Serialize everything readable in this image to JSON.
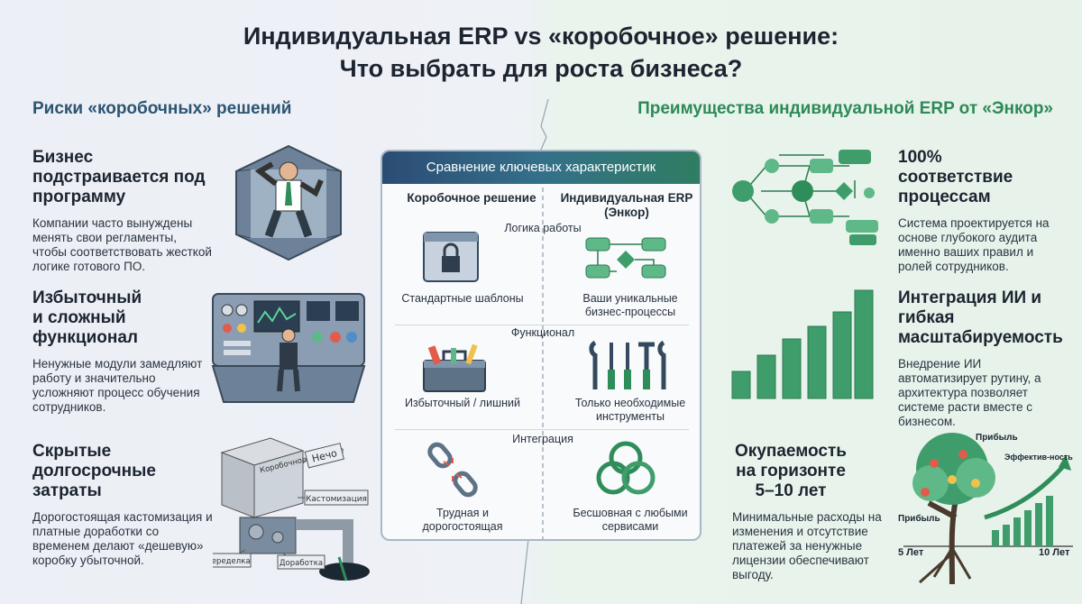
{
  "title_line1": "Индивидуальная ERP vs «коробочное» решение:",
  "title_line2": "Что выбрать для роста бизнеса?",
  "left_heading": "Риски «коробочных» решений",
  "right_heading": "Преимущества индивидуальной ERP от «Энкор»",
  "left_blocks": [
    {
      "title": "Бизнес подстраивается под программу",
      "text": "Компании часто вынуждены менять свои регламенты, чтобы соответствовать жесткой логике готового ПО."
    },
    {
      "title": "Избыточный и сложный функционал",
      "text": "Ненужные модули замедляют работу и значительно усложняют процесс обучения сотрудников."
    },
    {
      "title": "Скрытые долгосрочные затраты",
      "text": "Дорогостоящая кастомизация и платные доработки со временем делают «дешевую» коробку убыточной."
    }
  ],
  "right_blocks": [
    {
      "title": "100% соответствие процессам",
      "text": "Система проектируется на основе глубокого аудита именно ваших правил и ролей сотрудников."
    },
    {
      "title": "Интеграция ИИ и гибкая масштабируемость",
      "text": "Внедрение ИИ автоматизирует рутину, а архитектура позволяет системе расти вместе с бизнесом."
    },
    {
      "title": "Окупаемость на горизонте 5–10 лет",
      "text": "Минимальные расходы на изменения и отсутствие платежей за ненужные лицензии обеспечивают выгоду."
    }
  ],
  "box_tags": [
    "Нечо",
    "Кастомизация",
    "Переделка",
    "Доработка"
  ],
  "box_label": "Коробочное решение",
  "tree_labels": {
    "profit_top": "Прибыль",
    "efficiency": "Эффектив-ность",
    "profit_left": "Прибыль",
    "year5": "5 Лет",
    "year10": "10 Лет"
  },
  "card": {
    "header": "Сравнение ключевых характеристик",
    "col_left": "Коробочное решение",
    "col_right": "Индивидуальная ERP (Энкор)",
    "sections": [
      {
        "label": "Логика работы",
        "left": "Стандартные шаблоны",
        "right": "Ваши уникальные бизнес-процессы"
      },
      {
        "label": "Функционал",
        "left": "Избыточный / лишний",
        "right": "Только необходимые инструменты"
      },
      {
        "label": "Интеграция",
        "left": "Трудная и дорогостоящая",
        "right": "Бесшовная с любыми сервисами"
      }
    ]
  },
  "colors": {
    "accent_blue": "#2b5573",
    "accent_green": "#2d8a57",
    "header_grad_start": "#2b4c74",
    "header_grad_end": "#2f7d62"
  }
}
